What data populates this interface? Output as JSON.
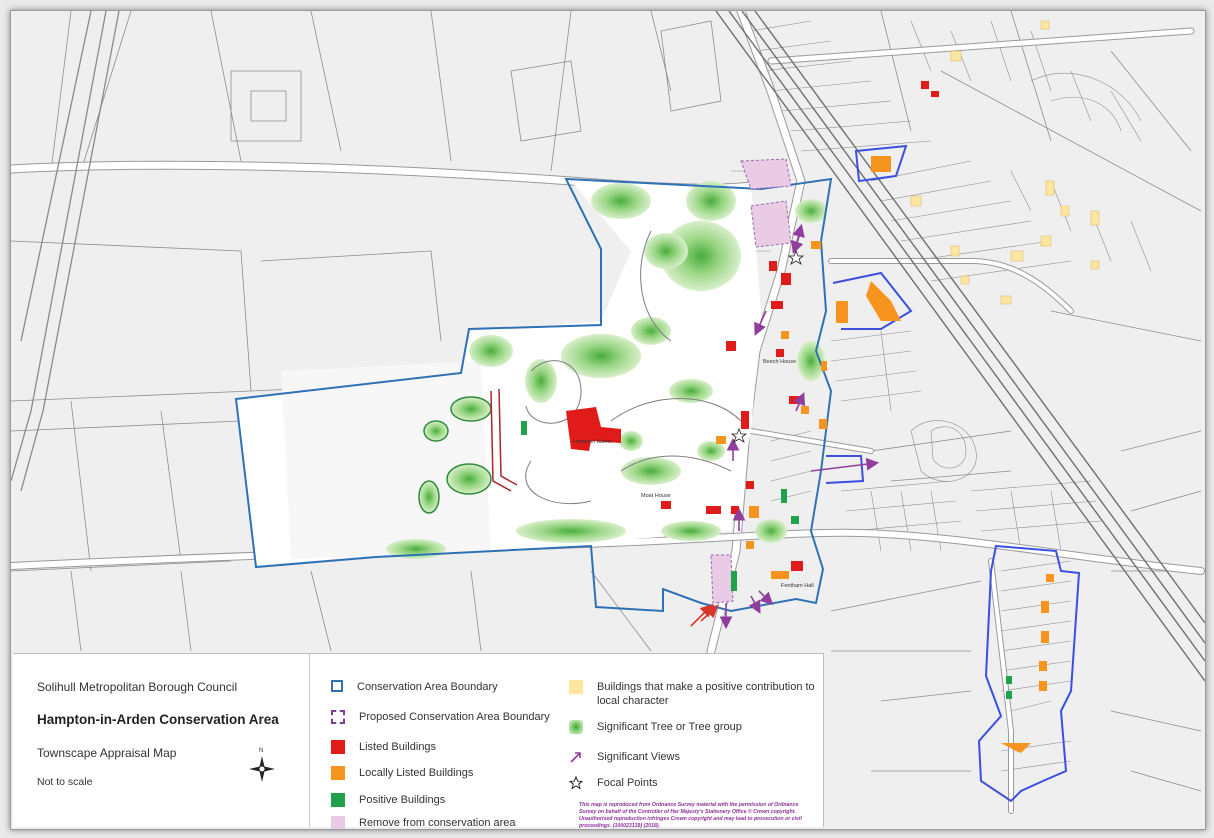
{
  "legend": {
    "council": "Solihull Metropolitan Borough Council",
    "title": "Hampton-in-Arden Conservation Area",
    "subtitle": "Townscape Appraisal Map",
    "scale_note": "Not to scale",
    "compass_label": "N",
    "items": [
      {
        "key": "conservation_area_boundary",
        "label": "Conservation Area Boundary"
      },
      {
        "key": "proposed_boundary",
        "label": "Proposed Conservation Area Boundary"
      },
      {
        "key": "listed",
        "label": "Listed Buildings"
      },
      {
        "key": "locally_listed",
        "label": "Locally Listed Buildings"
      },
      {
        "key": "positive",
        "label": "Positive Buildings"
      },
      {
        "key": "remove",
        "label": "Remove from conservation area"
      },
      {
        "key": "positive_contribution",
        "label": "Buildings that make a positive contribution to local character"
      },
      {
        "key": "trees",
        "label": "Significant Tree or Tree group"
      },
      {
        "key": "views",
        "label": "Significant Views"
      },
      {
        "key": "focal",
        "label": "Focal Points"
      }
    ],
    "copyright": "This map is reproduced from Ordnance Survey material with the permission of Ordnance Survey on behalf of the Controller of Her Majesty's Stationery Office © Crown copyright. Unauthorised reproduction infringes Crown copyright and may lead to prosecution or civil proceedings. (100023139) (2018)."
  },
  "map_labels": {
    "hampton_manor": "Hampton Manor",
    "beech_house": "Beech House",
    "moat_house": "Moat House",
    "fentham_hall": "Fentham Hall"
  },
  "colors": {
    "conservation_boundary": "#2f71b5",
    "eastern_boundary": "#3b4fe0",
    "proposed_boundary": "#7b3f98",
    "listed": "#e11a1a",
    "locally_listed": "#f7941d",
    "positive": "#1fa24a",
    "remove": "#e9cbe6",
    "positive_contribution": "#fde6a0",
    "tree": "#8fd17a",
    "view_arrow": "#8f3f9b",
    "red_arrow": "#d9342b",
    "roads": "#ffffff",
    "land": "#efefef"
  }
}
